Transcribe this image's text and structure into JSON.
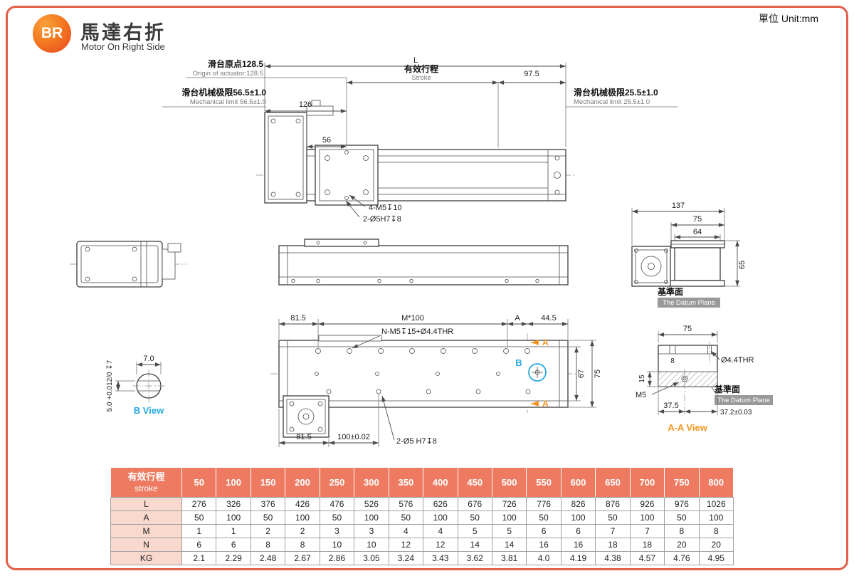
{
  "header": {
    "badge": "BR",
    "title": "馬達右折",
    "subtitle": "Motor On Right Side",
    "unit": "單位 Unit:mm"
  },
  "colors": {
    "accent": "#e2604b",
    "cyan": "#25a9e0",
    "orange": "#f7941d",
    "table_header": "#ee7b61",
    "table_label_bg": "#f9d8cd",
    "datum_label_bg": "#999999"
  },
  "top_view": {
    "origin_cn": "滑台原点128.5",
    "origin_en": "Origin of actuator:128.5",
    "limit_l_cn": "滑台机械极限56.5±1.0",
    "limit_l_en": "Mechanical limit 56.5±1.0",
    "limit_r_cn": "滑台机械极限25.5±1.0",
    "limit_r_en": "Mechanical limit 25.5±1.0",
    "dim_l": "L",
    "stroke_cn": "有效行程",
    "stroke_en": "Stroke",
    "dim_97_5": "97.5",
    "dim_126": "126",
    "dim_56": "56",
    "label_tap": "4-M5↧10",
    "label_dowel": "2-Ø5H7↧8"
  },
  "end_view": {
    "dim_137": "137",
    "dim_75": "75",
    "dim_64": "64",
    "dim_65": "65",
    "datum_cn": "基準面",
    "datum_en": "The Datum Plane"
  },
  "bottom_view": {
    "dim_81_5_top": "81.5",
    "dim_m100": "M*100",
    "label_a": "A",
    "dim_44_5": "44.5",
    "label_nm5": "N-M5↧15+Ø4.4THR",
    "label_b": "B",
    "dim_67": "67",
    "dim_75": "75",
    "dim_81_5_bot": "81.5",
    "dim_100": "100±0.02",
    "label_dowel": "2-Ø5 H7↧8"
  },
  "b_view": {
    "dim_7": "7.0",
    "dim_tol": "5.0 +0.012/0 ↧7",
    "label": "B View"
  },
  "aa_view": {
    "dim_75": "75",
    "dim_8": "8",
    "label_thr": "Ø4.4THR",
    "dim_15": "15",
    "label_m5": "M5",
    "datum_cn": "基準面",
    "datum_en": "The Datum Plane",
    "dim_37_5": "37.5",
    "dim_37_2": "37.2±0.03",
    "label": "A-A View"
  },
  "table": {
    "header_cn": "有效行程",
    "header_en": "stroke",
    "strokes": [
      "50",
      "100",
      "150",
      "200",
      "250",
      "300",
      "350",
      "400",
      "450",
      "500",
      "550",
      "600",
      "650",
      "700",
      "750",
      "800"
    ],
    "rows": [
      {
        "label": "L",
        "values": [
          "276",
          "326",
          "376",
          "426",
          "476",
          "526",
          "576",
          "626",
          "676",
          "726",
          "776",
          "826",
          "876",
          "926",
          "976",
          "1026"
        ]
      },
      {
        "label": "A",
        "values": [
          "50",
          "100",
          "50",
          "100",
          "50",
          "100",
          "50",
          "100",
          "50",
          "100",
          "50",
          "100",
          "50",
          "100",
          "50",
          "100"
        ]
      },
      {
        "label": "M",
        "values": [
          "1",
          "1",
          "2",
          "2",
          "3",
          "3",
          "4",
          "4",
          "5",
          "5",
          "6",
          "6",
          "7",
          "7",
          "8",
          "8"
        ]
      },
      {
        "label": "N",
        "values": [
          "6",
          "6",
          "8",
          "8",
          "10",
          "10",
          "12",
          "12",
          "14",
          "14",
          "16",
          "16",
          "18",
          "18",
          "20",
          "20"
        ]
      },
      {
        "label": "KG",
        "values": [
          "2.1",
          "2.29",
          "2.48",
          "2.67",
          "2.86",
          "3.05",
          "3.24",
          "3.43",
          "3.62",
          "3.81",
          "4.0",
          "4.19",
          "4.38",
          "4.57",
          "4.76",
          "4.95"
        ]
      }
    ]
  }
}
